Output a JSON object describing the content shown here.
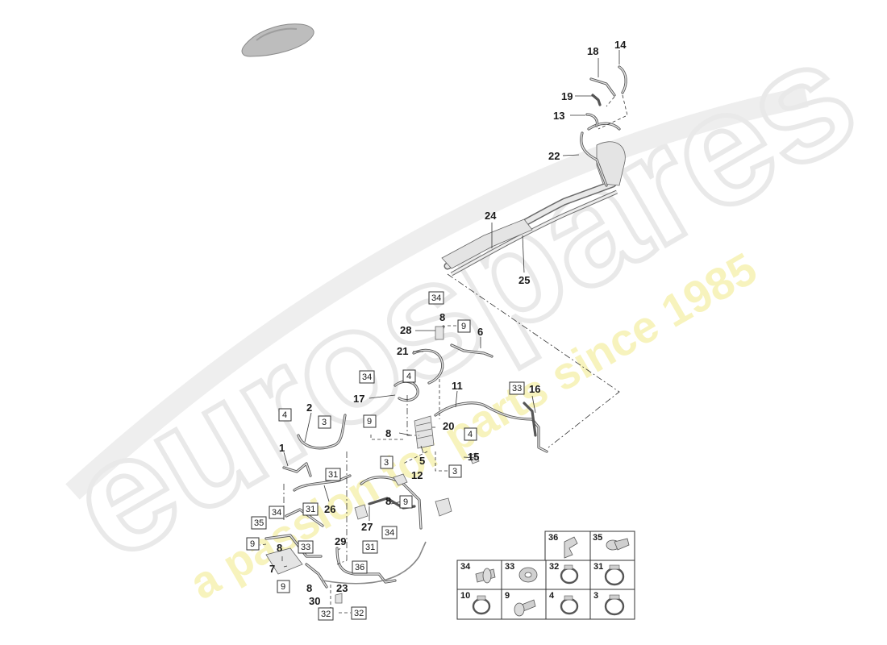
{
  "watermark": {
    "brand": "eurospares",
    "tagline": "a passion for parts since 1985"
  },
  "callouts": [
    "18",
    "14",
    "19",
    "13",
    "22",
    "24",
    "25",
    "34",
    "8",
    "28",
    "9",
    "21",
    "6",
    "4",
    "34",
    "17",
    "11",
    "33",
    "16",
    "2",
    "4",
    "3",
    "9",
    "20",
    "1",
    "8",
    "4",
    "3",
    "5",
    "15",
    "12",
    "3",
    "31",
    "26",
    "34",
    "31",
    "8",
    "9",
    "27",
    "34",
    "35",
    "9",
    "8",
    "7",
    "33",
    "29",
    "31",
    "36",
    "8",
    "23",
    "9",
    "30",
    "32",
    "32"
  ],
  "parts_table": {
    "top_row": [
      "36",
      "35"
    ],
    "middle_row": [
      "34",
      "33",
      "32",
      "31"
    ],
    "bottom_row": [
      "10",
      "9",
      "4",
      "3"
    ]
  },
  "icons": [
    "car-thumbnail-icon",
    "hose-icon",
    "clip-icon",
    "bolt-icon",
    "nut-icon"
  ]
}
